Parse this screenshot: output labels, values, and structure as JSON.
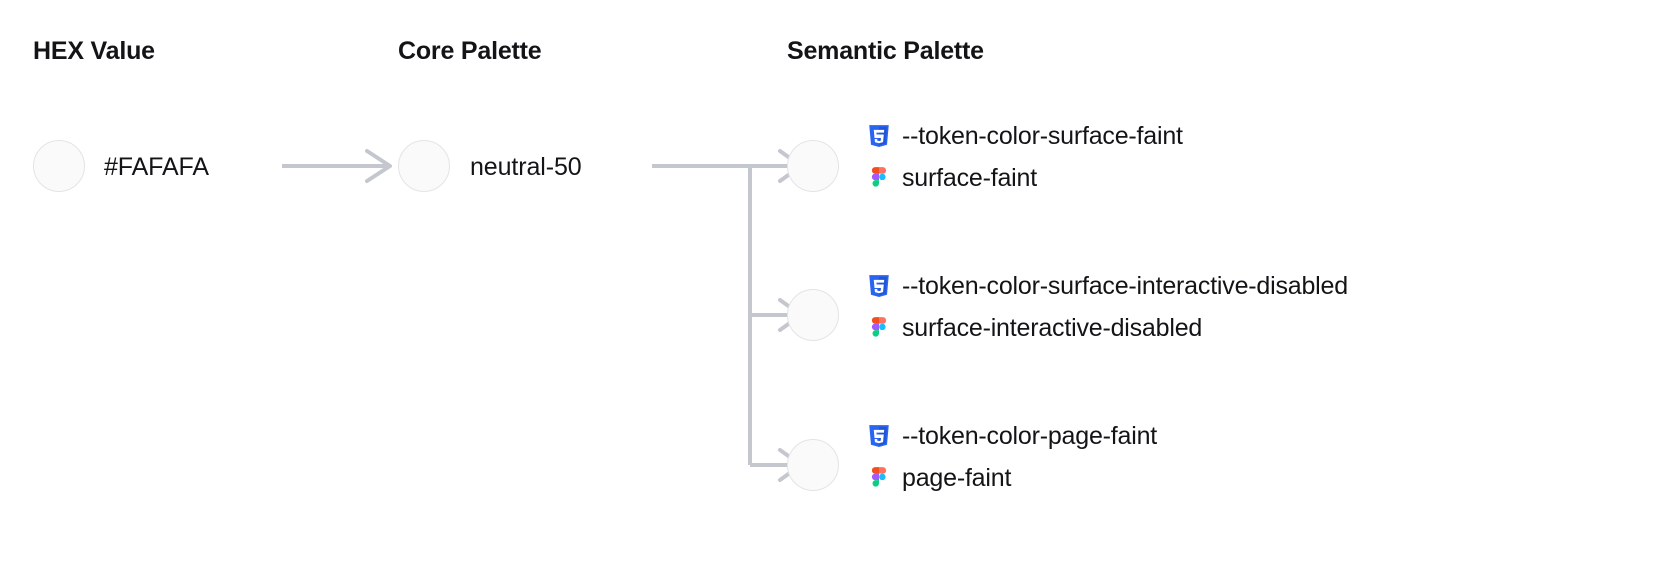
{
  "page": {
    "background": "#ffffff",
    "text_color": "#141417",
    "swatch_fill": "#FAFAFA",
    "swatch_border": "#e4e4e8",
    "connector_color": "#c5c7ce"
  },
  "columns": [
    {
      "id": "hex",
      "title": "HEX Value"
    },
    {
      "id": "core",
      "title": "Core Palette"
    },
    {
      "id": "semantic",
      "title": "Semantic Palette"
    }
  ],
  "hex": {
    "swatch_color": "#FAFAFA",
    "label": "#FAFAFA"
  },
  "core": {
    "swatch_color": "#FAFAFA",
    "label": "neutral-50"
  },
  "semantic": {
    "rows": [
      {
        "swatch_color": "#FAFAFA",
        "css_icon": "css3-icon",
        "css_token": "--token-color-surface-faint",
        "figma_icon": "figma-icon",
        "figma_token": "surface-faint"
      },
      {
        "swatch_color": "#FAFAFA",
        "css_icon": "css3-icon",
        "css_token": "--token-color-surface-interactive-disabled",
        "figma_icon": "figma-icon",
        "figma_token": "surface-interactive-disabled"
      },
      {
        "swatch_color": "#FAFAFA",
        "css_icon": "css3-icon",
        "css_token": "--token-color-page-faint",
        "figma_icon": "figma-icon",
        "figma_token": "page-faint"
      }
    ]
  },
  "icon_colors": {
    "css3_shield": "#2965F1",
    "css3_glyph": "#FFFFFF",
    "figma_orange": "#F24E1E",
    "figma_red": "#FF7262",
    "figma_purple": "#A259FF",
    "figma_blue": "#1ABCFE",
    "figma_green": "#0ACF83"
  }
}
